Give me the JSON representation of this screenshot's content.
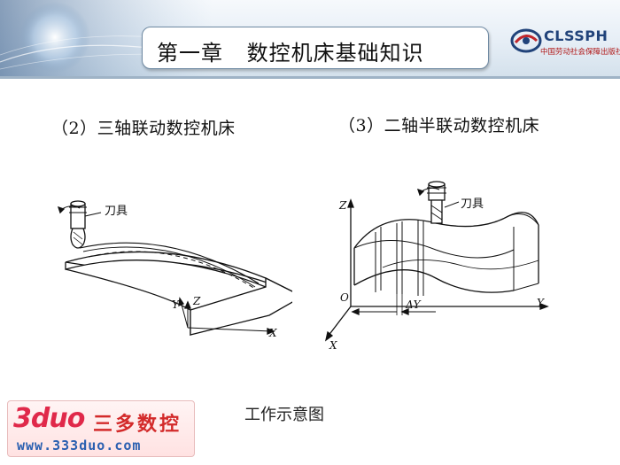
{
  "header": {
    "chapter": "第一章",
    "title": "数控机床基础知识",
    "logo_text": "CLSSPH",
    "logo_subtitle": "中国劳动社会保障出版社"
  },
  "captions": {
    "left": "（2）三轴联动数控机床",
    "right": "（3）二轴半联动数控机床",
    "bottom": "工作示意图"
  },
  "figure_left": {
    "tool_label": "刀具",
    "axis_x": "X",
    "axis_y": "Y",
    "axis_z": "Z"
  },
  "figure_right": {
    "tool_label": "刀具",
    "axis_z": "Z",
    "axis_y": "Y",
    "axis_x": "X",
    "origin": "O",
    "step_label": "ΔY"
  },
  "watermark": {
    "brand": "3duo",
    "name_cn": "三多数控",
    "url": "www.333duo.com"
  },
  "colors": {
    "title_border": "#6f8aa3",
    "logo_blue": "#21437a",
    "watermark_red": "#e0294a",
    "watermark_blue": "#2a5fb0"
  }
}
